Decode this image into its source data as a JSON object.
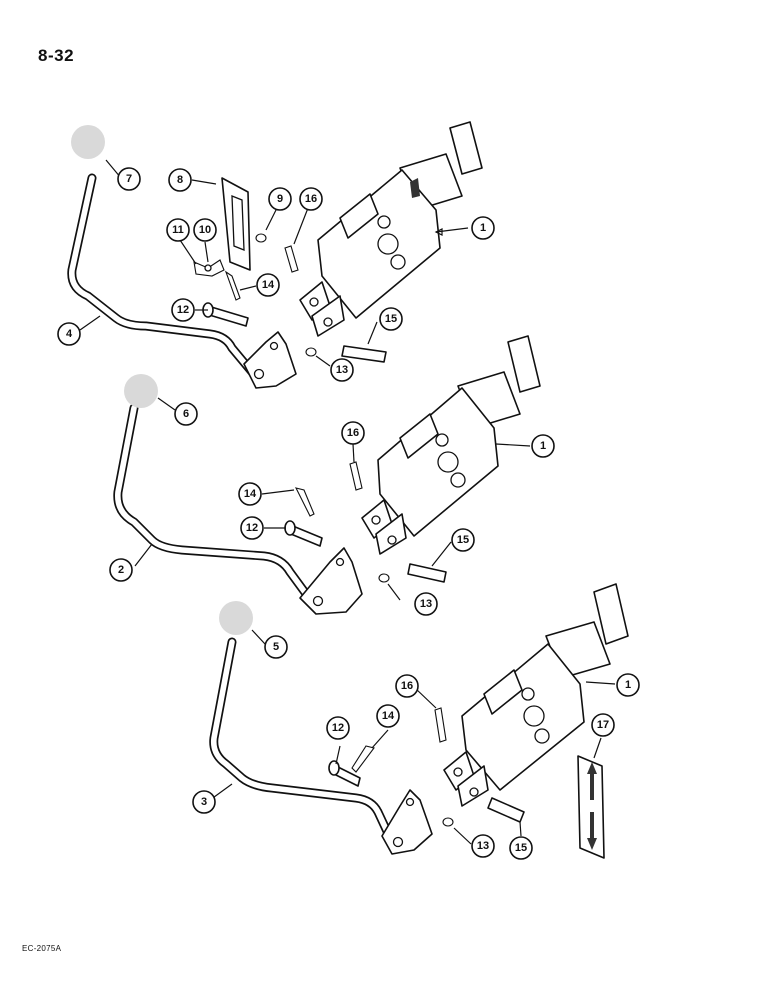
{
  "page": {
    "number": "8-32",
    "figure_code": "EC-2075A"
  },
  "callouts": {
    "top": {
      "n1": "1",
      "n4": "4",
      "n7": "7",
      "n8": "8",
      "n9": "9",
      "n10": "10",
      "n11": "11",
      "n12": "12",
      "n13": "13",
      "n14": "14",
      "n15": "15",
      "n16": "16"
    },
    "middle": {
      "n1": "1",
      "n2": "2",
      "n6": "6",
      "n12": "12",
      "n13": "13",
      "n14": "14",
      "n15": "15",
      "n16": "16"
    },
    "bottom": {
      "n1": "1",
      "n3": "3",
      "n5": "5",
      "n12": "12",
      "n13": "13",
      "n14": "14",
      "n15": "15",
      "n16": "16",
      "n17": "17"
    }
  }
}
